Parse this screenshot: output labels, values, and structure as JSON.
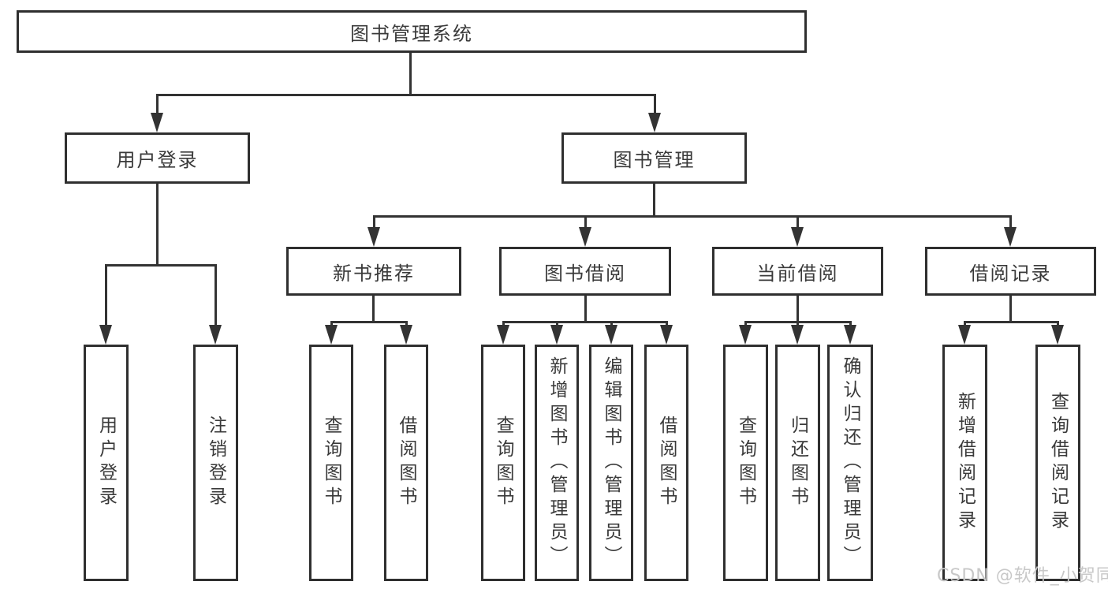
{
  "tree": {
    "root": "图书管理系统",
    "children": [
      {
        "label": "用户登录",
        "children": [
          {
            "label": "用户登录"
          },
          {
            "label": "注销登录"
          }
        ]
      },
      {
        "label": "图书管理",
        "children": [
          {
            "label": "新书推荐",
            "children": [
              {
                "label": "查询图书"
              },
              {
                "label": "借阅图书"
              }
            ]
          },
          {
            "label": "图书借阅",
            "children": [
              {
                "label": "查询图书"
              },
              {
                "label": "新增图书（管理员）"
              },
              {
                "label": "编辑图书（管理员）"
              },
              {
                "label": "借阅图书"
              }
            ]
          },
          {
            "label": "当前借阅",
            "children": [
              {
                "label": "查询图书"
              },
              {
                "label": "归还图书"
              },
              {
                "label": "确认归还（管理员）"
              }
            ]
          },
          {
            "label": "借阅记录",
            "children": [
              {
                "label": "新增借阅记录"
              },
              {
                "label": "查询借阅记录"
              }
            ]
          }
        ]
      }
    ]
  },
  "watermark": "CSDN @软件_小贺同学",
  "colors": {
    "line": "#333333",
    "border": "#2f2f2f",
    "text": "#3a3a3a",
    "watermark": "#c8c8c8",
    "background": "#ffffff"
  }
}
